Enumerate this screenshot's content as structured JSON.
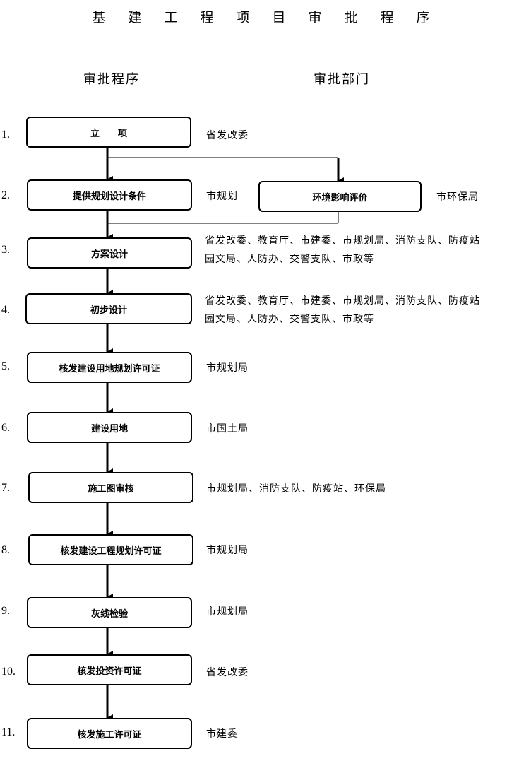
{
  "title": "基 建 工 程 项 目 审 批 程 序",
  "headers": {
    "procedure": "审批程序",
    "department": "审批部门"
  },
  "steps": [
    {
      "num": "1.",
      "label": "立　　项",
      "dept": "省发改委"
    },
    {
      "num": "2.",
      "label": "提供规划设计条件",
      "dept": "市规划"
    },
    {
      "num": "3.",
      "label": "方案设计",
      "dept": "省发改委、教育厅、市建委、市规划局、消防支队、防疫站\n园文局、人防办、交警支队、市政等"
    },
    {
      "num": "4.",
      "label": "初步设计",
      "dept": "省发改委、教育厅、市建委、市规划局、消防支队、防疫站\n园文局、人防办、交警支队、市政等"
    },
    {
      "num": "5.",
      "label": "核发建设用地规划许可证",
      "dept": "市规划局"
    },
    {
      "num": "6.",
      "label": "建设用地",
      "dept": "市国土局"
    },
    {
      "num": "7.",
      "label": "施工图审核",
      "dept": "市规划局、消防支队、防疫站、环保局"
    },
    {
      "num": "8.",
      "label": "核发建设工程规划许可证",
      "dept": "市规划局"
    },
    {
      "num": "9.",
      "label": "灰线检验",
      "dept": "市规划局"
    },
    {
      "num": "10.",
      "label": "核发投资许可证",
      "dept": "省发改委"
    },
    {
      "num": "11.",
      "label": "核发施工许可证",
      "dept": "市建委"
    }
  ],
  "side_step": {
    "label": "环境影响评价",
    "dept": "市环保局"
  }
}
